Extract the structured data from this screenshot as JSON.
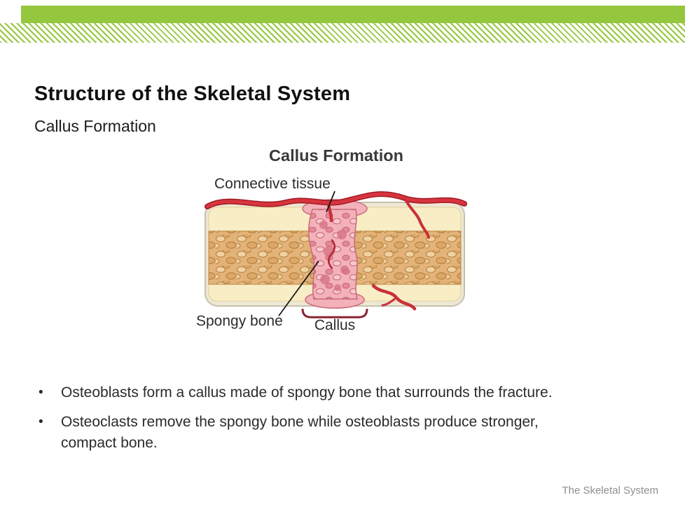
{
  "theme": {
    "accent": "#94C73D",
    "vessel_red": "#D8343E",
    "bone_tan": "#E3B379",
    "callus_pink": "#F3B1BA"
  },
  "slide": {
    "title": "Structure of the Skeletal System",
    "subtitle": "Callus Formation",
    "footer": "The Skeletal System",
    "bullet_marker": "•"
  },
  "figure": {
    "title": "Callus Formation",
    "labels": {
      "connective_tissue": "Connective tissue",
      "spongy_bone": "Spongy bone",
      "callus": "Callus"
    }
  },
  "bullets": [
    {
      "lines": [
        "Osteoblasts form a callus made of spongy bone that surrounds the fracture."
      ]
    },
    {
      "lines": [
        "Osteoclasts remove the spongy bone while osteoblasts produce stronger,",
        "compact bone."
      ]
    }
  ]
}
